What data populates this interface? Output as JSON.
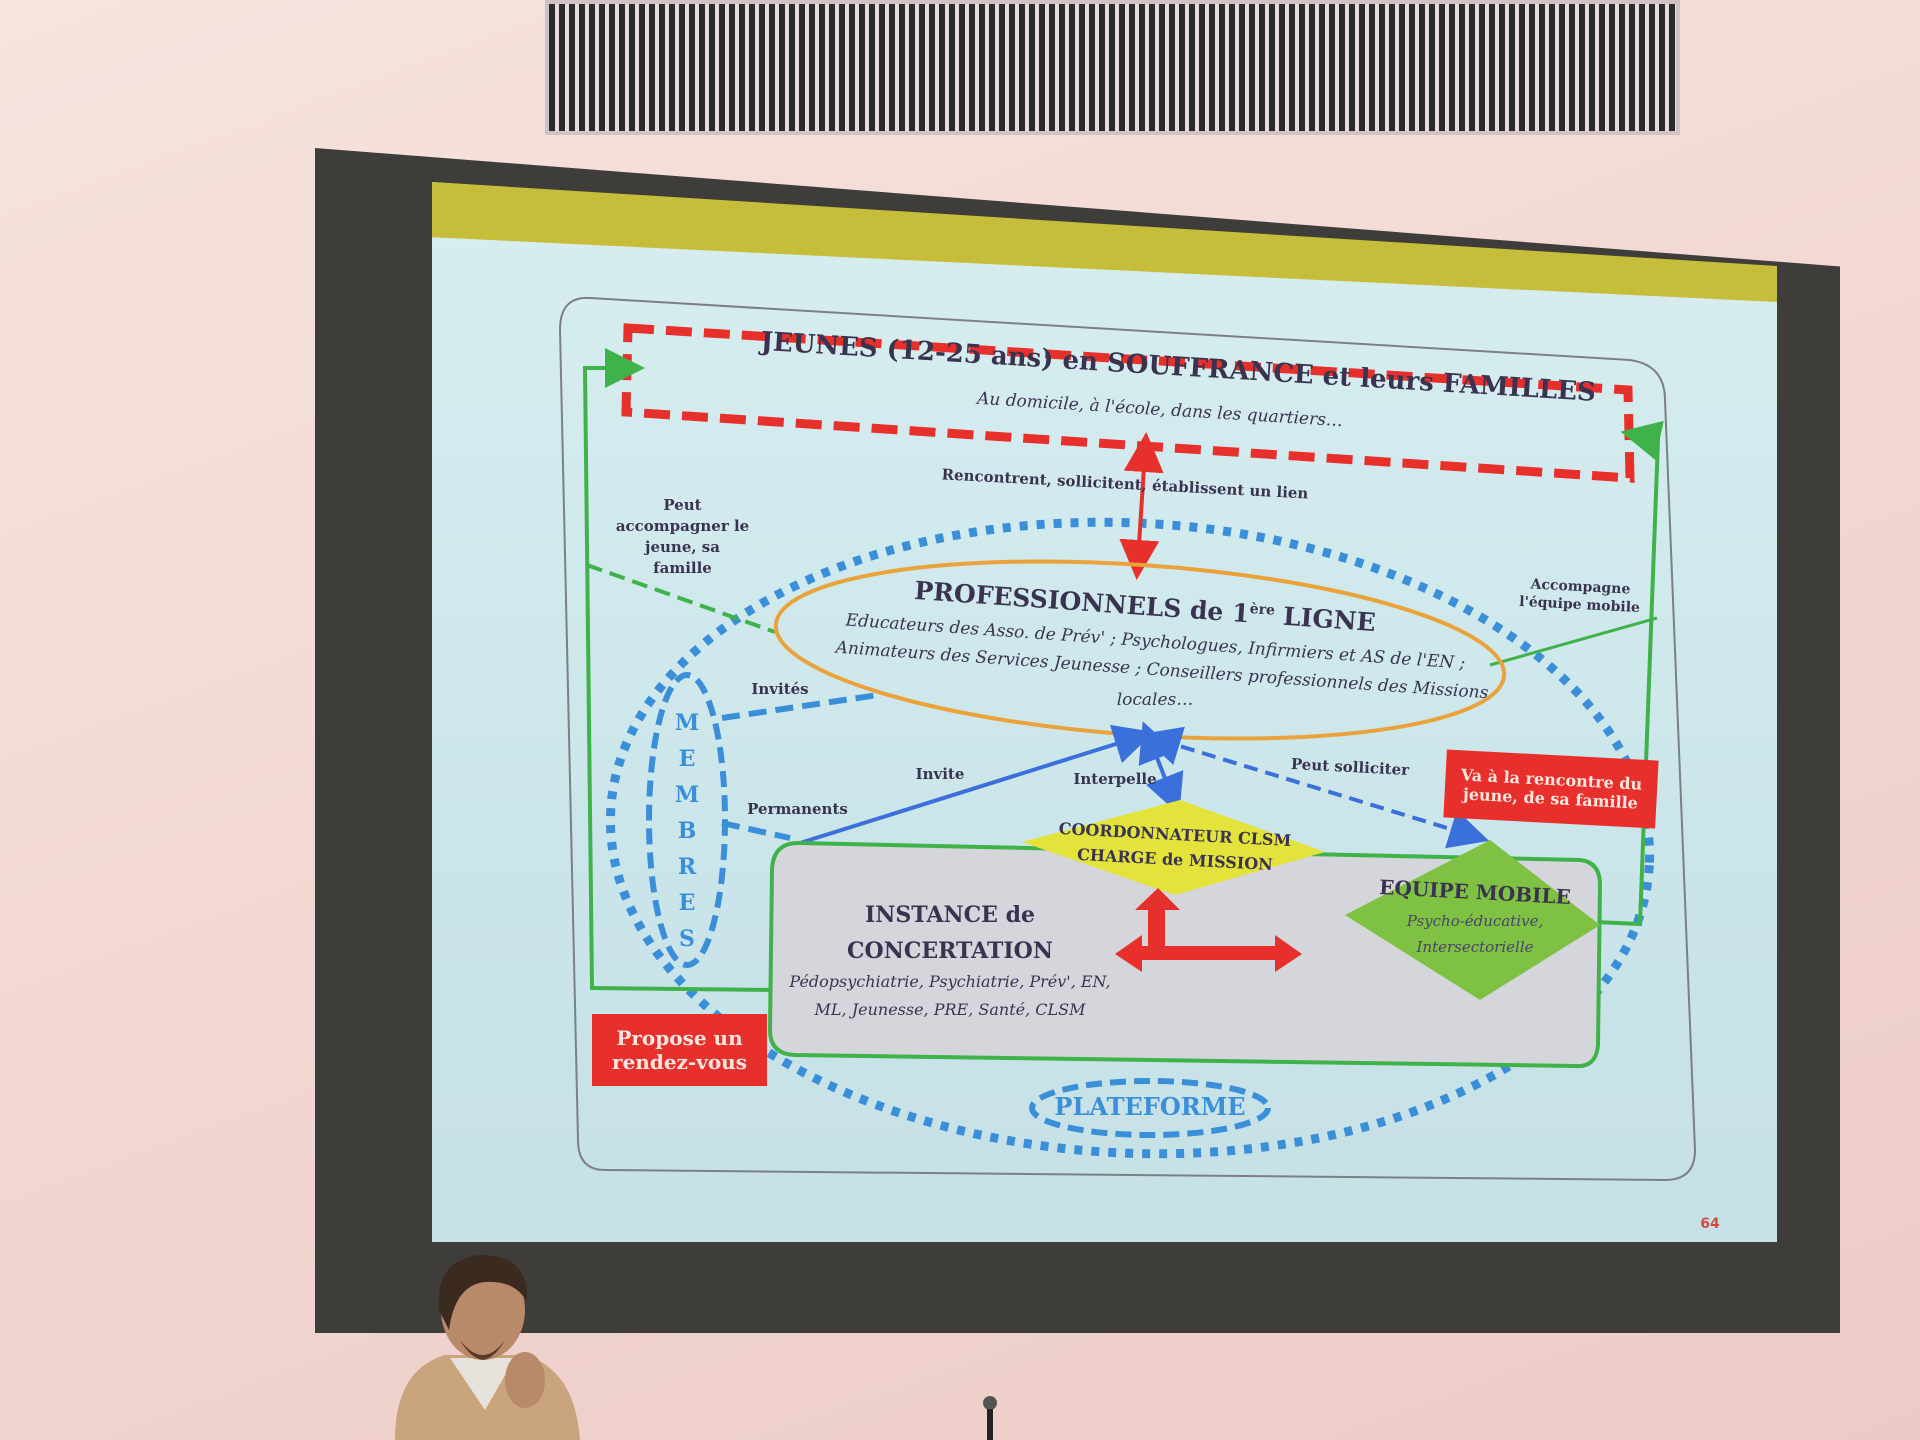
{
  "slide": {
    "title": "JEUNES (12-25 ans) en SOUFFRANCE et leurs FAMILLES",
    "title_subtitle": "Au domicile, à l'école, dans les quartiers…",
    "link_label_top": "Rencontrent, sollicitent, établissent un lien",
    "left_note": "Peut\naccompagner le\njeune, sa\nfamille",
    "right_note": "Accompagne\nl'équipe mobile",
    "professionnels_title": "PROFESSIONNELS de 1",
    "professionnels_sup": "ère",
    "professionnels_title_end": " LIGNE",
    "professionnels_line1": "Educateurs des Asso. de Prév' ; Psychologues, Infirmiers et AS de l'EN ;",
    "professionnels_line2": "Animateurs des Services Jeunesse ; Conseillers professionnels des Missions",
    "professionnels_line3": "locales…",
    "label_invites": "Invités",
    "label_permanents": "Permanents",
    "label_invite": "Invite",
    "label_interpelle": "Interpelle",
    "label_peut_solliciter": "Peut solliciter",
    "membres_letters": [
      "M",
      "E",
      "M",
      "B",
      "R",
      "E",
      "S"
    ],
    "coordonnateur_line1": "COORDONNATEUR CLSM",
    "coordonnateur_line2": "CHARGE de MISSION",
    "instance_line1": "INSTANCE de",
    "instance_line2": "CONCERTATION",
    "instance_detail1": "Pédopsychiatrie, Psychiatrie, Prév', EN,",
    "instance_detail2": "ML, Jeunesse, PRE, Santé, CLSM",
    "equipe_title": "EQUIPE MOBILE",
    "equipe_line1": "Psycho-éducative,",
    "equipe_line2": "Intersectorielle",
    "box_va_rencontre": "Va à la rencontre du\njeune, de sa famille",
    "box_propose": "Propose un\nrendez-vous",
    "plateforme": "PLATEFORME",
    "page_number": "64"
  },
  "colors": {
    "red": "#e7302b",
    "blue": "#3b8fd9",
    "green": "#3fb24a",
    "orange": "#eaa23a",
    "yellow": "#e4e33b",
    "text": "#3a3350"
  }
}
